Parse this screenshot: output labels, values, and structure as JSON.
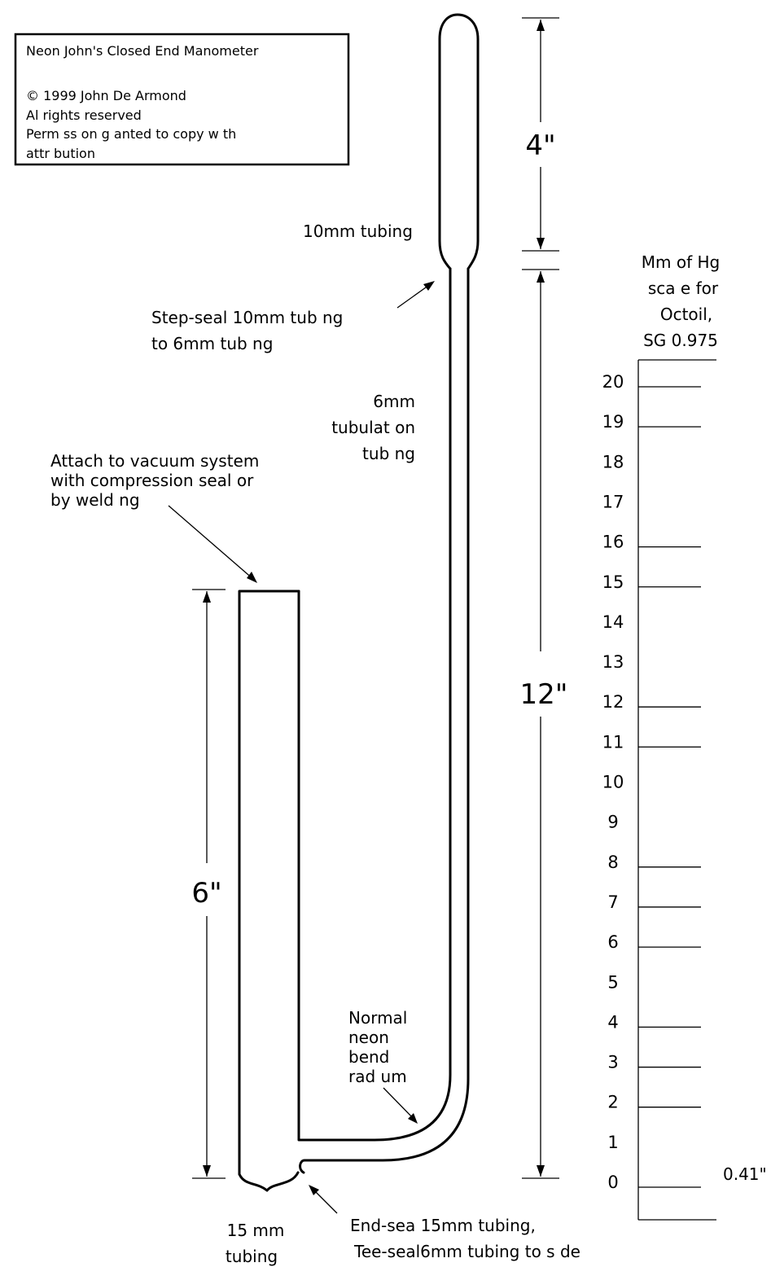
{
  "title_box": {
    "title": "Neon John's Closed End Manometer",
    "line1": "© 1999 John De Armond",
    "line2": "Al rights reserved",
    "line3": "Perm ss on g anted to copy w th",
    "line4": "attr bution"
  },
  "labels": {
    "tubing_10mm": "10mm tubing",
    "step_seal_1": "Step-seal 10mm tub ng",
    "step_seal_2": "to 6mm tub ng",
    "tubulation_1": "6mm",
    "tubulation_2": "tubulat on",
    "tubulation_3": "tub ng",
    "attach_1": "Attach to vacuum system",
    "attach_2": "with compression seal or",
    "attach_3": "by weld ng",
    "bend_1": "Normal",
    "bend_2": "neon",
    "bend_3": "bend",
    "bend_4": "rad um",
    "tubing_15mm_1": "15 mm",
    "tubing_15mm_2": "tubing",
    "end_seal_1": "End-sea  15mm tubing,",
    "end_seal_2": "Tee-seal6mm tubing to s de"
  },
  "dimensions": {
    "top": "4\"",
    "middle": "12\"",
    "left": "6\""
  },
  "scale": {
    "title_1": "Mm of Hg",
    "title_2": "sca e for",
    "title_3": "Octoil,",
    "title_4": "SG 0.975",
    "ticks": [
      0,
      1,
      2,
      3,
      4,
      5,
      6,
      7,
      8,
      9,
      10,
      11,
      12,
      13,
      14,
      15,
      16,
      17,
      18,
      19,
      20
    ],
    "marked_ticks": [
      0,
      2,
      3,
      4,
      6,
      7,
      8,
      11,
      12,
      15,
      16,
      19,
      20
    ],
    "spacing_label": "0.41\""
  }
}
